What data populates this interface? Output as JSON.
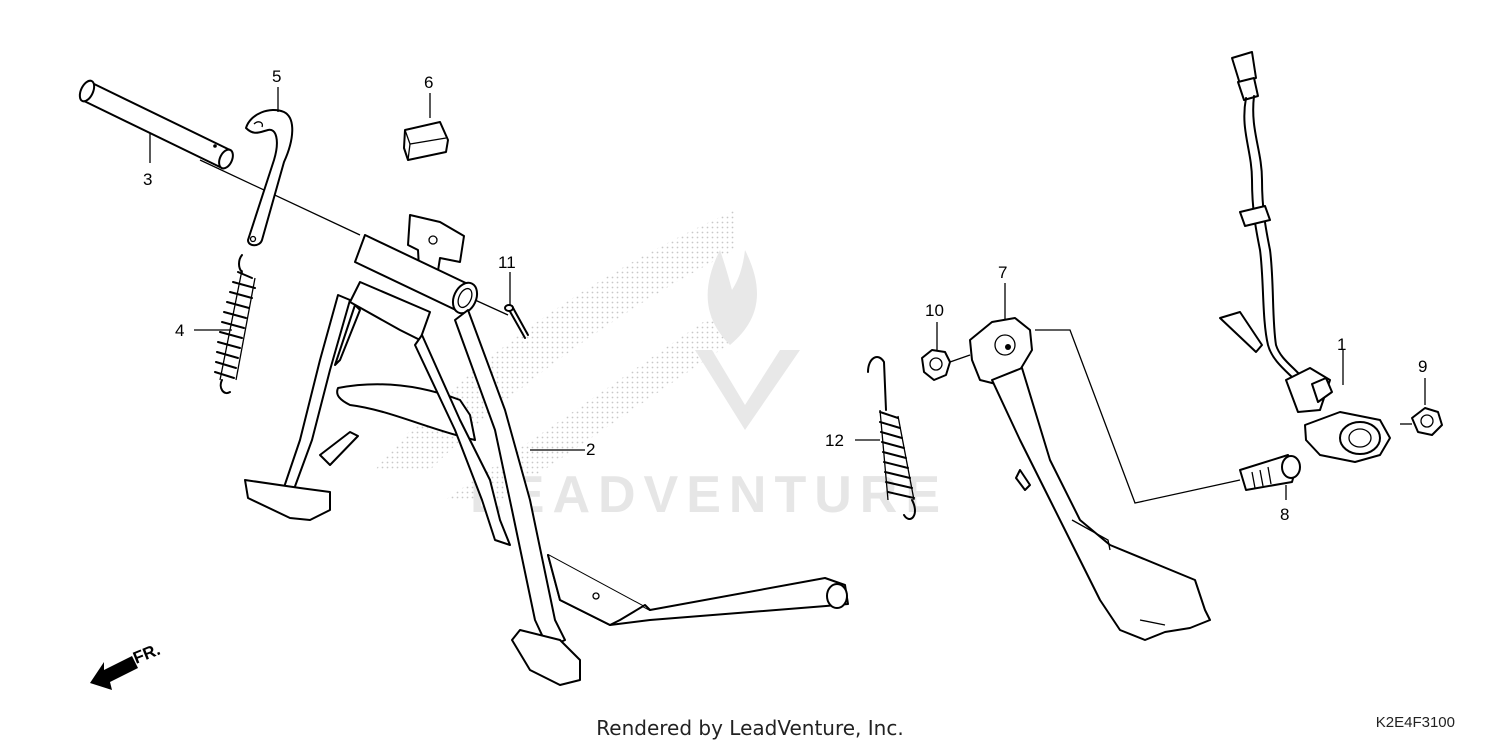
{
  "callouts": [
    "1",
    "2",
    "3",
    "4",
    "5",
    "6",
    "7",
    "8",
    "9",
    "10",
    "11",
    "12"
  ],
  "front_marker": "FR.",
  "watermark": "LEADVENTURE",
  "footer": "Rendered by LeadVenture, Inc.",
  "diagram_code": "K2E4F3100"
}
